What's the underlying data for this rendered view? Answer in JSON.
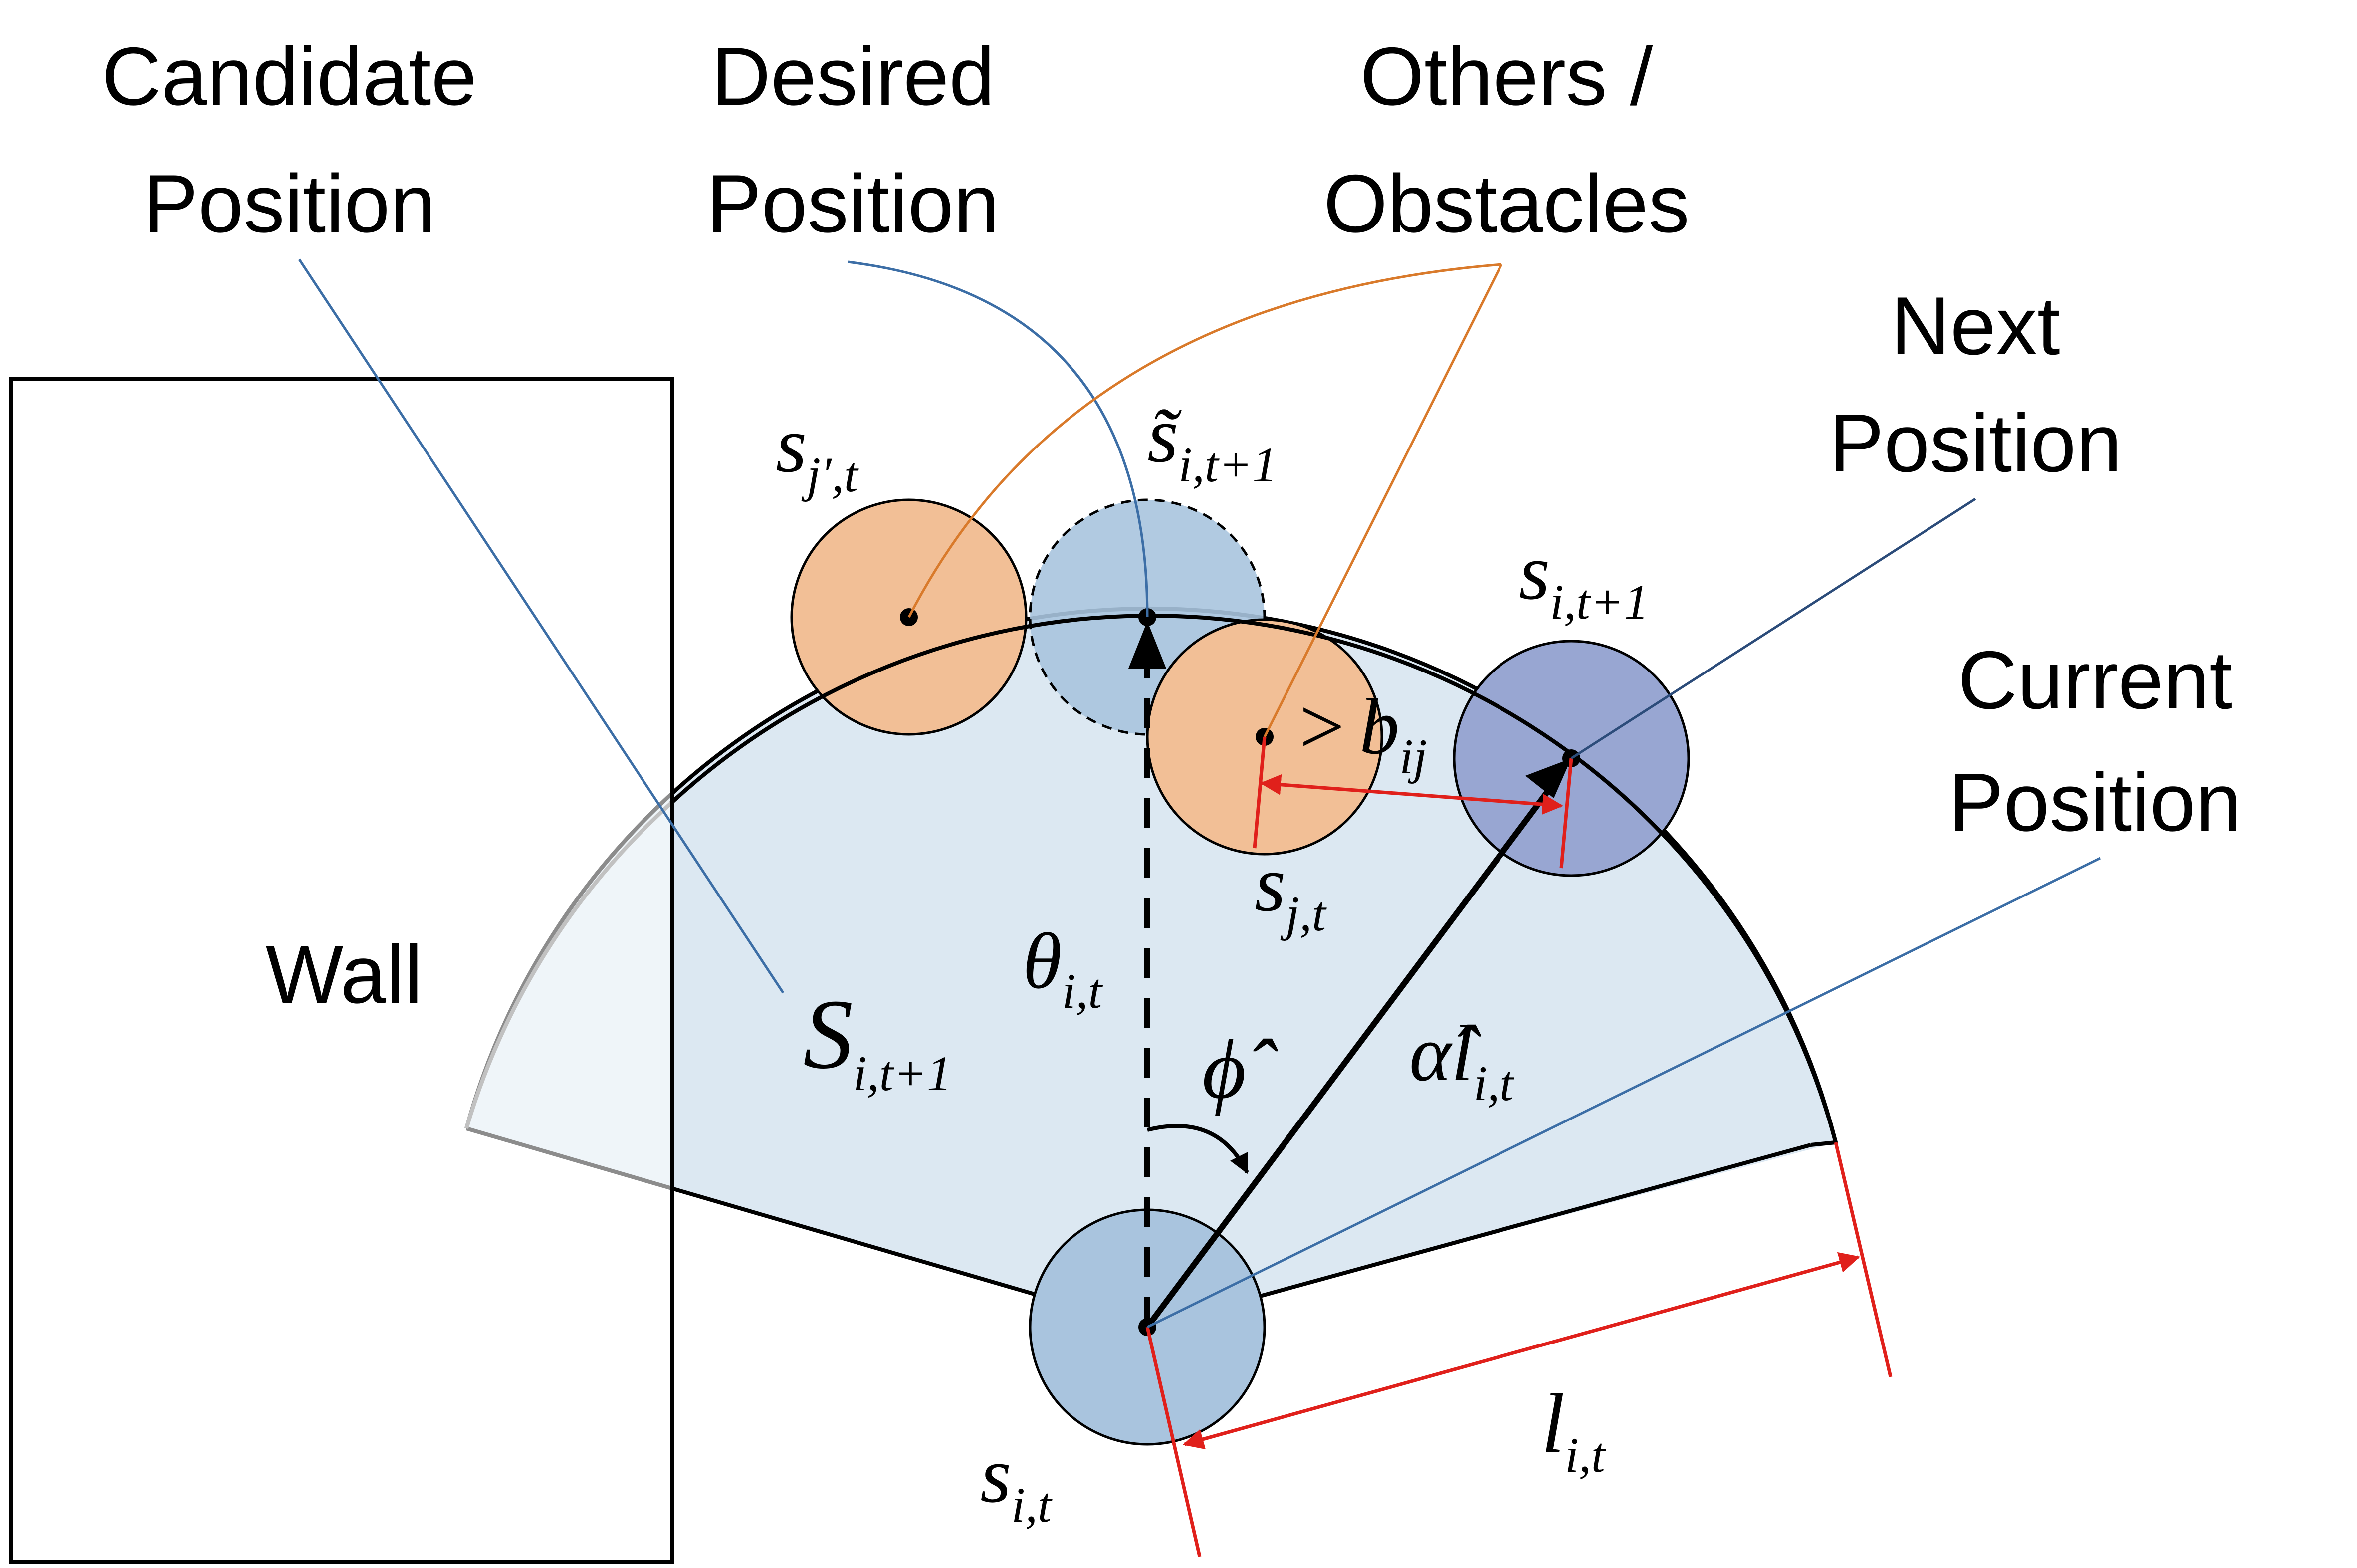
{
  "labels": {
    "candidate_line1": "Candidate",
    "candidate_line2": "Position",
    "desired_line1": "Desired",
    "desired_line2": "Position",
    "others_line1": "Others /",
    "others_line2": "Obstacles",
    "next_line1": "Next",
    "next_line2": "Position",
    "current_line1": "Current",
    "current_line2": "Position",
    "wall": "Wall"
  },
  "math": {
    "s_jprime_t": {
      "base": "s",
      "sub": "j′,t"
    },
    "s_tilde_next": {
      "base": "s̃",
      "sub": "i,t+1"
    },
    "s_next": {
      "base": "s",
      "sub": "i,t+1"
    },
    "s_j_t": {
      "base": "s",
      "sub": "j,t"
    },
    "gt_b": {
      "op": ">",
      "base": "b",
      "sub": "ij"
    },
    "theta": {
      "base": "θ",
      "sub": "i,t"
    },
    "S_next": {
      "base": "S",
      "sub": "i,t+1"
    },
    "phi_hat": {
      "base": "ϕ̂"
    },
    "alpha_l": {
      "base": "α̂l",
      "sub": "i,t"
    },
    "l_it": {
      "base": "l",
      "sub": "i,t"
    },
    "s_it": {
      "base": "s",
      "sub": "i,t"
    }
  },
  "colors": {
    "sector_fill": "#dce8f2",
    "self_circle": "#a9c4de",
    "other_circle": "#f2bf96",
    "next_circle": "#98a6d2",
    "callout_blue": "#3c6ea6",
    "callout_orange": "#d97a2b",
    "dimension_red": "#e0201b"
  }
}
